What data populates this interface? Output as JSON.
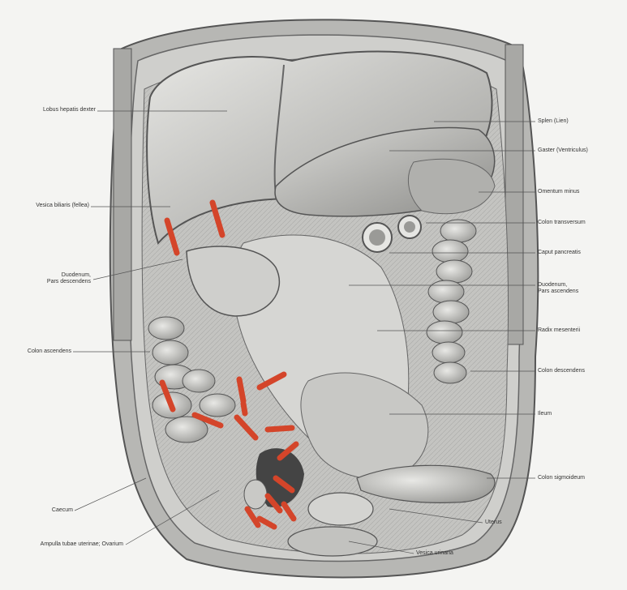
{
  "labels": {
    "lobus_hepatis_dexter": "Lobus hepatis dexter",
    "vesica_biliaris": "Vesica biliaris (fellea)",
    "duodenum_pars_descendens": "Duodenum,\nPars descendens",
    "colon_ascendens": "Colon ascendens",
    "caecum": "Caecum",
    "ampulla_tubae": "Ampulla tubae uterinae; Ovarium",
    "splen": "Splen (Lien)",
    "gaster": "Gaster (Ventriculus)",
    "omentum_minus": "Omentum minus",
    "colon_transversum": "Colon transversum",
    "caput_pancreatis": "Caput pancreatis",
    "duodenum_pars_ascendens": "Duodenum,\nPars ascendens",
    "radix_mesenterii": "Radix mesenterii",
    "colon_descendens": "Colon descendens",
    "ileum": "Ileum",
    "colon_sigmoideum": "Colon sigmoideum",
    "uterus": "Uterus",
    "vesica_urinaria": "Vesica urinaria"
  },
  "colors": {
    "background": "#f4f4f2",
    "tissue": "#c9c9c6",
    "tissue_dark": "#8f8f8c",
    "tissue_light": "#e2e2df",
    "outline": "#555555",
    "vessel_red": "#d4452a",
    "label_text": "#333333"
  }
}
